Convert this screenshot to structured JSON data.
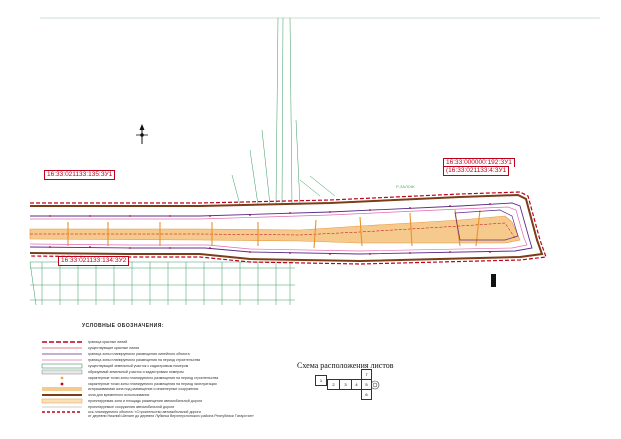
{
  "parcels": {
    "left_top": "16:33:021133:135:ЗУ1",
    "left_bottom": "16:33:021133:134:ЗУ2",
    "right_line1": "16:33:000000:192:ЗУ1",
    "right_line2": "(16:33:021133:4:ЗУ1"
  },
  "area_note": "Р-ЗАЛОЖ",
  "legend": {
    "title": "УСЛОВНЫЕ ОБОЗНАЧЕНИЯ:",
    "items": [
      {
        "text": "граница красных линий",
        "kind": "red-dash"
      },
      {
        "text": "существующие красные линии",
        "kind": "thin-red"
      },
      {
        "text": "граница зоны планируемого размещения линейного объекта",
        "kind": "purple"
      },
      {
        "text": "граница зоны планируемого размещения на период строительства",
        "kind": "pink"
      },
      {
        "text": "существующий земельный участок с кадастровым номером",
        "kind": "green-box"
      },
      {
        "text": "образуемый земельный участок и кадастровым номером",
        "kind": "grey-box"
      },
      {
        "text": "характерные точки зоны планируемого размещения на период строительства",
        "kind": "orange-dot"
      },
      {
        "text": "характерные точки зоны планируемого размещения на период эксплуатации",
        "kind": "red-dot"
      },
      {
        "text": "испрашиваемая зона под размещение и инженерные сооружения",
        "kind": "orange-band"
      },
      {
        "text": "зона для временного использования",
        "kind": "brown-thick"
      },
      {
        "text": "проектируемая зона и площадь размещения автомобильной дороги",
        "kind": "orange-box"
      },
      {
        "text": "проектируемые сооружения автомобильной дороги",
        "kind": "grey-line"
      },
      {
        "text": "ось планируемого объекта: «Строительство автомобильной дороги",
        "kind": "red-thick-dash"
      },
      {
        "text": "от деревни Нижний Шеланг до деревни Лубянка Верхнеуслонского района Республики Татарстан»",
        "kind": "none"
      }
    ]
  },
  "scheme": {
    "title": "Схема расположения листов",
    "sheets": [
      "1",
      "2",
      "3",
      "4",
      "5",
      "6",
      "7"
    ]
  },
  "colors": {
    "red": "#c0001a",
    "purple": "#5a2d8a",
    "road_brown": "#7a3d18",
    "orange": "#f0a64c",
    "grid_green": "#2e8b57"
  }
}
